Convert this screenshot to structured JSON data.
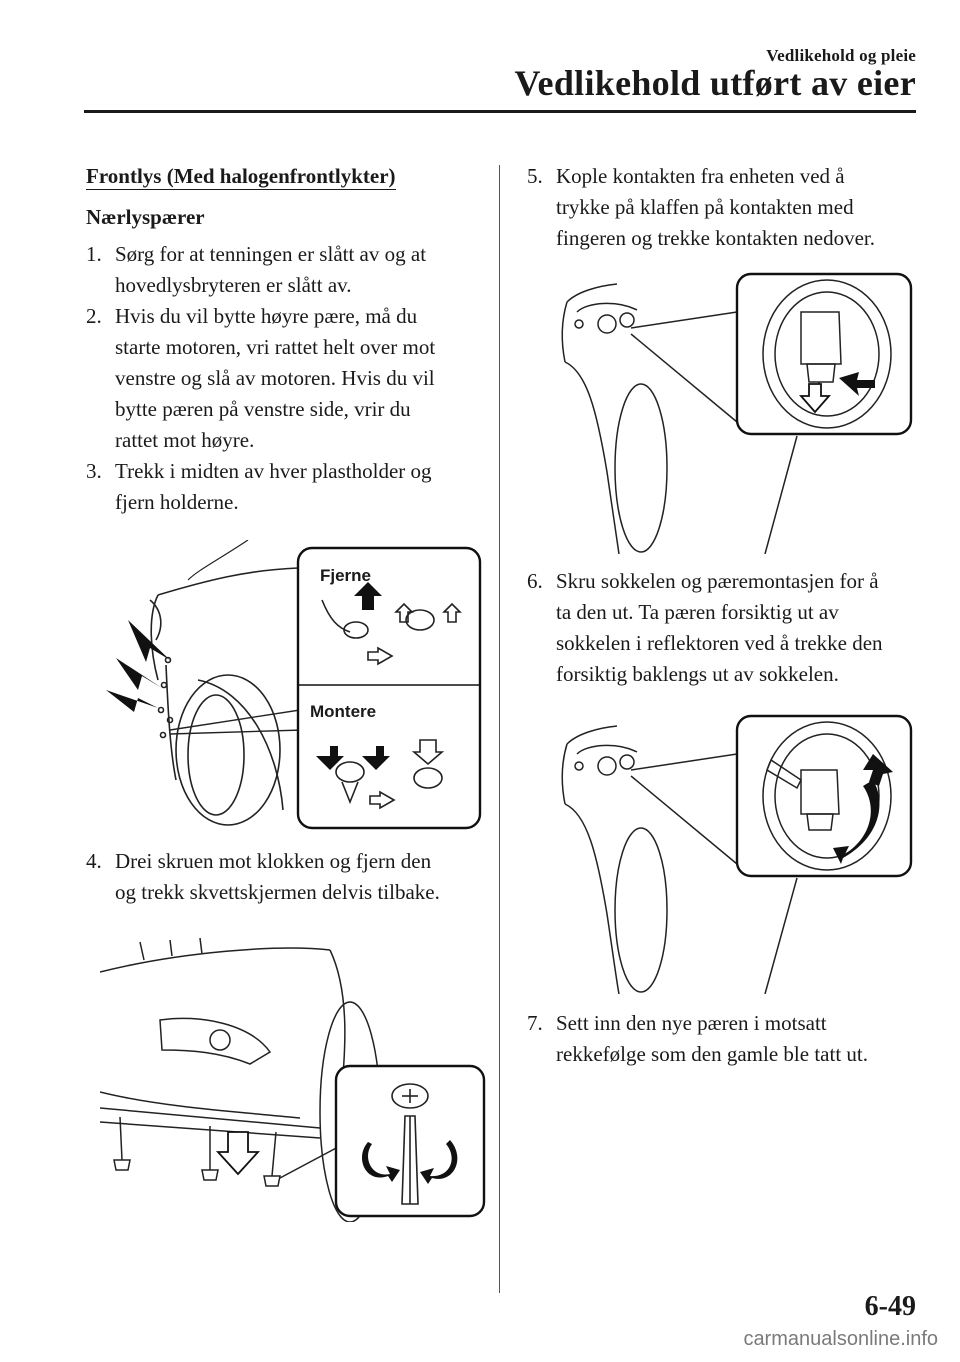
{
  "header": {
    "section": "Vedlikehold og pleie",
    "title": "Vedlikehold utført av eier"
  },
  "content": {
    "section_title": "Frontlys (Med halogenfrontlykter)",
    "subtitle": "Nærlyspærer",
    "steps": [
      {
        "num": "1.",
        "lines": [
          "Sørg for at tenningen er slått av og at",
          "hovedlysbryteren er slått av."
        ]
      },
      {
        "num": "2.",
        "lines": [
          "Hvis du vil bytte høyre pære, må du",
          "starte motoren, vri rattet helt over mot",
          "venstre og slå av motoren. Hvis du vil",
          "bytte pæren på venstre side, vrir du",
          "rattet mot høyre."
        ]
      },
      {
        "num": "3.",
        "lines": [
          "Trekk i midten av hver plastholder og",
          "fjern holderne."
        ]
      },
      {
        "num": "4.",
        "lines": [
          "Drei skruen mot klokken og fjern den",
          "og trekk skvettskjermen delvis tilbake."
        ]
      },
      {
        "num": "5.",
        "lines": [
          "Kople kontakten fra enheten ved å",
          "trykke på klaffen på kontakten med",
          "fingeren og trekke kontakten nedover."
        ]
      },
      {
        "num": "6.",
        "lines": [
          "Skru sokkelen og pæremontasjen for å",
          "ta den ut. Ta pæren forsiktig ut av",
          "sokkelen i reflektoren ved å trekke den",
          "forsiktig baklengs ut av sokkelen."
        ]
      },
      {
        "num": "7.",
        "lines": [
          "Sett inn den nye pæren i motsatt",
          "rekkefølge som den gamle ble tatt ut."
        ]
      }
    ],
    "figure_labels": {
      "remove": "Fjerne",
      "install": "Montere"
    }
  },
  "footer": {
    "page_number": "6-49",
    "watermark": "carmanualsonline.info"
  }
}
